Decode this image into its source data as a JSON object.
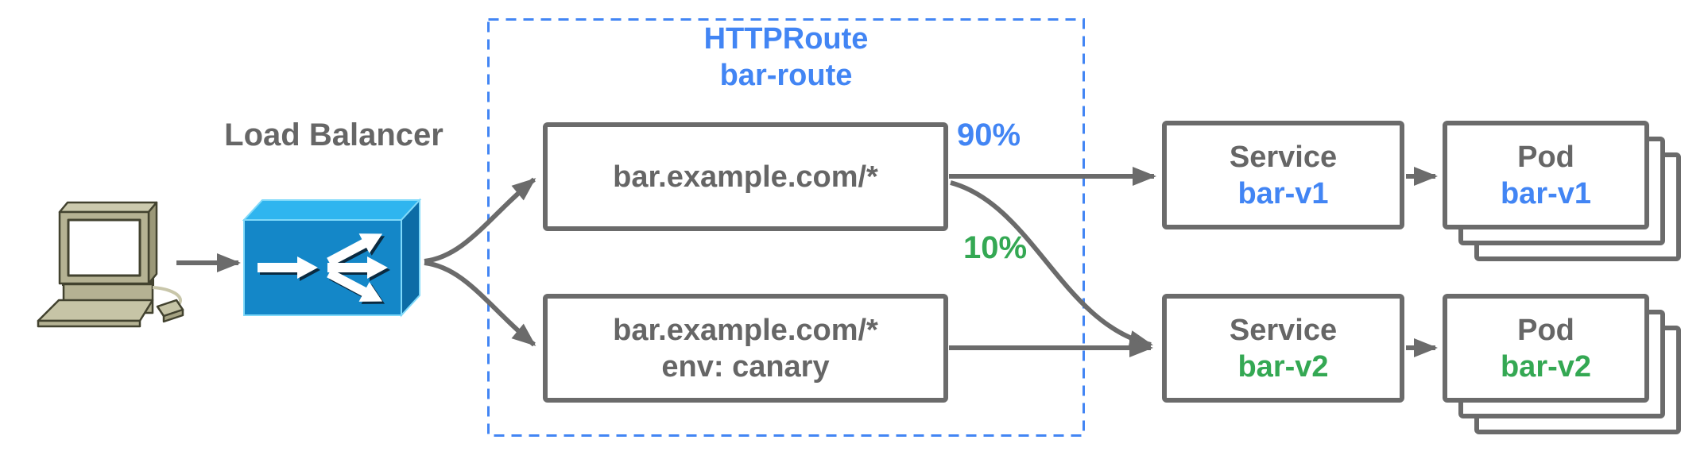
{
  "labels": {
    "load_balancer": "Load Balancer",
    "weight_v1": "90%",
    "weight_v2": "10%"
  },
  "httproute": {
    "kind": "HTTPRoute",
    "name": "bar-route",
    "rules": [
      {
        "match": "bar.example.com/*",
        "header": ""
      },
      {
        "match": "bar.example.com/*",
        "header": "env: canary"
      }
    ]
  },
  "services": [
    {
      "kind": "Service",
      "name": "bar-v1"
    },
    {
      "kind": "Service",
      "name": "bar-v2"
    }
  ],
  "pods": [
    {
      "kind": "Pod",
      "name": "bar-v1"
    },
    {
      "kind": "Pod",
      "name": "bar-v2"
    }
  ],
  "icons": {
    "client": "computer-icon",
    "balancer": "load-balancer-icon"
  },
  "colors": {
    "accent_blue": "#4285F4",
    "accent_green": "#34A853",
    "line_gray": "#6b6b6b",
    "text_gray": "#666666",
    "lb_top": "#2FB5EF",
    "lb_front": "#1487C8",
    "lb_side": "#0C6CA6",
    "computer_beige": "#B5B293"
  }
}
